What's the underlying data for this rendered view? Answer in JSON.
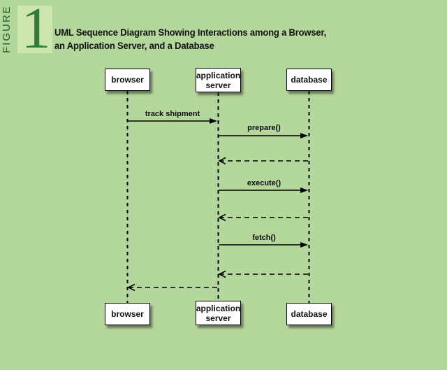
{
  "figure": {
    "label": "FIGURE",
    "number": "1"
  },
  "title": {
    "line1": "UML Sequence Diagram Showing Interactions among a Browser,",
    "line2": "an Application Server, and a Database"
  },
  "diagram": {
    "type": "uml-sequence",
    "actors": [
      {
        "id": "browser",
        "label": "browser"
      },
      {
        "id": "application-server",
        "label": "application\nserver"
      },
      {
        "id": "database",
        "label": "database"
      }
    ],
    "messages": [
      {
        "label": "track shipment",
        "from": "browser",
        "to": "application-server",
        "style": "solid-call"
      },
      {
        "label": "prepare()",
        "from": "application-server",
        "to": "database",
        "style": "solid-call"
      },
      {
        "label": "",
        "from": "database",
        "to": "application-server",
        "style": "dashed-return"
      },
      {
        "label": "execute()",
        "from": "application-server",
        "to": "database",
        "style": "solid-call"
      },
      {
        "label": "",
        "from": "database",
        "to": "application-server",
        "style": "dashed-return"
      },
      {
        "label": "fetch()",
        "from": "application-server",
        "to": "database",
        "style": "solid-call"
      },
      {
        "label": "",
        "from": "database",
        "to": "application-server",
        "style": "dashed-return"
      },
      {
        "label": "",
        "from": "application-server",
        "to": "browser",
        "style": "dashed-return"
      }
    ]
  },
  "colors": {
    "background": "#b4d79b",
    "figure_box": "#cde6af",
    "figure_green": "#2d7d3c",
    "line": "#000000",
    "actor_box_fill": "#ffffff",
    "text": "#111111"
  }
}
